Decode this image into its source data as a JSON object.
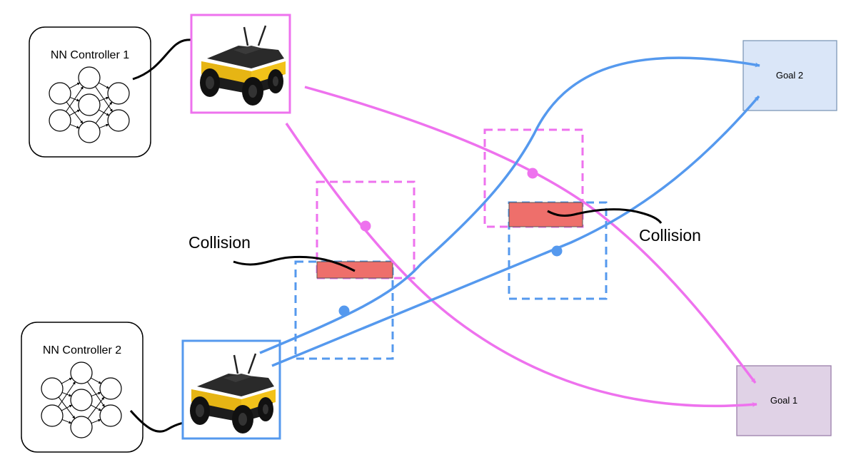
{
  "controllers": [
    {
      "label": "NN Controller 1"
    },
    {
      "label": "NN Controller 2"
    }
  ],
  "goals": [
    {
      "label": "Goal 2",
      "fill": "#dae6f8",
      "stroke": "#7e98b8"
    },
    {
      "label": "Goal 1",
      "fill": "#e0d2e6",
      "stroke": "#9b80aa"
    }
  ],
  "annotations": [
    {
      "label": "Collision"
    },
    {
      "label": "Collision"
    }
  ],
  "colors": {
    "robot1_path": "#ee72ee",
    "robot2_path": "#5599ee",
    "collision_box": "#ee6f6b",
    "outline": "#000000"
  },
  "icons": {
    "robot": "rover-robot-icon",
    "network": "neural-network-icon"
  }
}
